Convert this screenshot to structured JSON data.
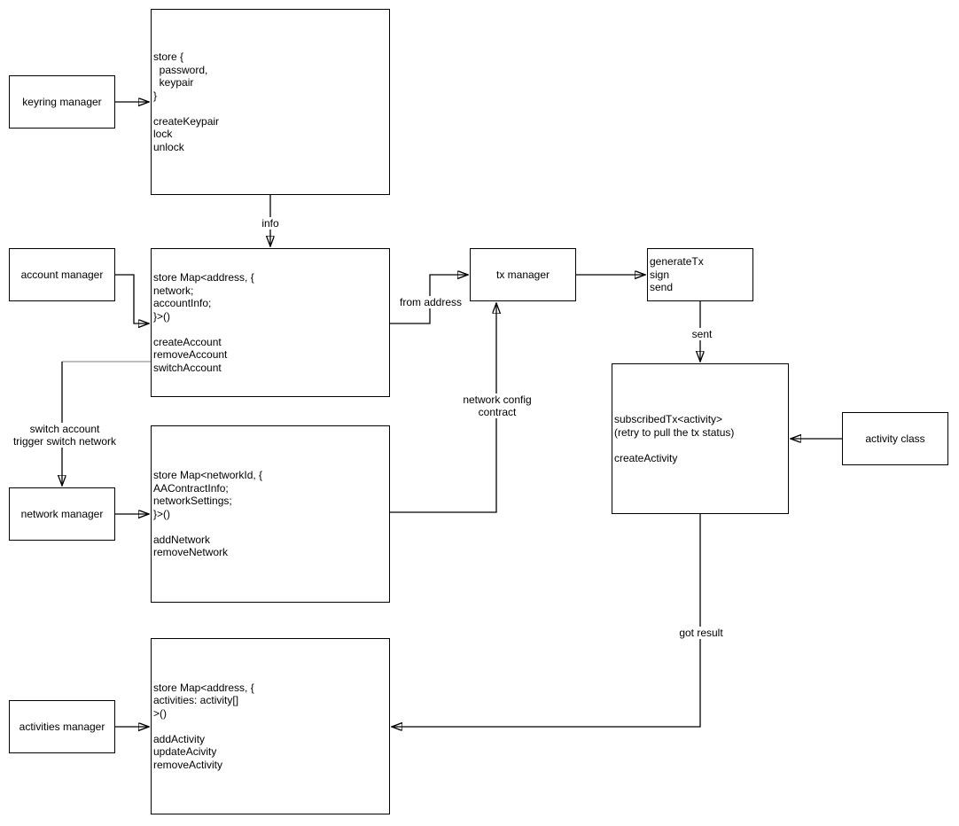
{
  "canvas": {
    "background": "#ffffff"
  },
  "colors": {
    "stroke": "#000000",
    "muted_stroke": "#999999",
    "text": "#000000",
    "node_fill": "#ffffff"
  },
  "nodes": {
    "keyring_manager": {
      "label": "keyring manager"
    },
    "keyring_store": {
      "lines": [
        "store {",
        "  password,",
        "  keypair",
        "}",
        " ",
        "createKeypair",
        "lock",
        "unlock"
      ]
    },
    "account_manager": {
      "label": "account manager"
    },
    "account_store": {
      "lines": [
        "store Map<address, {",
        "network;",
        "accountInfo;",
        "}>()",
        " ",
        "createAccount",
        "removeAccount",
        "switchAccount"
      ]
    },
    "tx_manager": {
      "label": "tx manager"
    },
    "tx_ops": {
      "lines": [
        "generateTx",
        "sign",
        "send"
      ]
    },
    "subscribed_tx": {
      "lines": [
        "subscribedTx<activity>",
        "(retry to pull the tx status)",
        " ",
        "createActivity"
      ]
    },
    "activity_class": {
      "label": "activity class"
    },
    "network_manager": {
      "label": "network manager"
    },
    "network_store": {
      "lines": [
        "store Map<networkId, {",
        "AAContractInfo;",
        "networkSettings;",
        "}>()",
        " ",
        "addNetwork",
        "removeNetwork"
      ]
    },
    "activities_manager": {
      "label": "activities manager"
    },
    "activities_store": {
      "lines": [
        "store Map<address, {",
        "activities: activity[]",
        ">()",
        " ",
        "addActivity",
        "updateAcivity",
        "removeActivity"
      ]
    }
  },
  "edge_labels": {
    "info": "info",
    "from_address": "from address",
    "sent": "sent",
    "switch_account_line1": "switch account",
    "switch_account_line2": "trigger switch network",
    "network_config_line1": "network config",
    "network_config_line2": "contract",
    "got_result": "got result"
  }
}
